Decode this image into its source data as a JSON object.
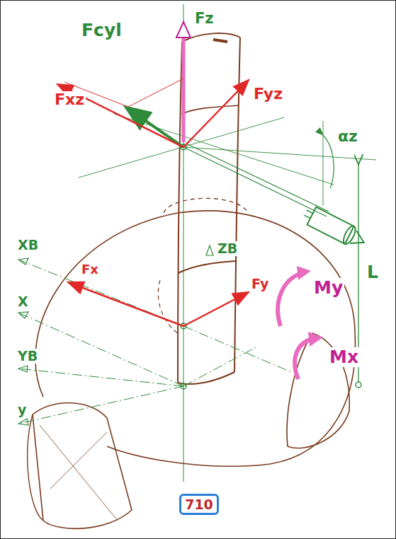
{
  "diagram": {
    "nodes": [
      {
        "text": [
          "710"
        ]
      }
    ],
    "labels": [
      "Fcyl",
      "Fz",
      "Fxz",
      "Fyz",
      "αz",
      "ZB",
      "XB",
      "Fx",
      "Fy",
      "My",
      "L",
      "X",
      "Mx",
      "YB",
      "y"
    ]
  }
}
